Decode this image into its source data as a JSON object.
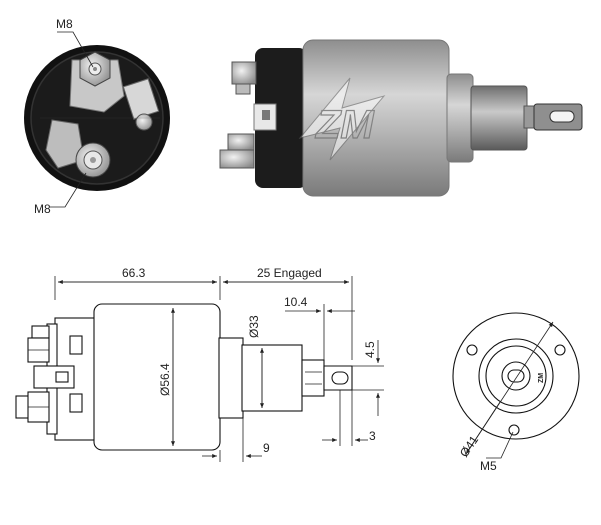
{
  "labels": {
    "top_terminal": "M8",
    "bottom_terminal": "M8",
    "body_length": "66.3",
    "engaged_travel": "25 Engaged",
    "plunger_offset": "10.4",
    "shaft_diameter": "Ø33",
    "body_diameter": "Ø56.4",
    "tab_width": "4.5",
    "shaft_step": "9",
    "tab_thickness": "3",
    "bolt_circle": "Ø41",
    "mount_thread": "M5",
    "end_logo": "ZM"
  },
  "icons": {
    "watermark": "zm-lightning-logo"
  },
  "colors": {
    "body_gray": "#a9a9a9",
    "cap_black": "#1c1c1c",
    "line": "#222222"
  }
}
